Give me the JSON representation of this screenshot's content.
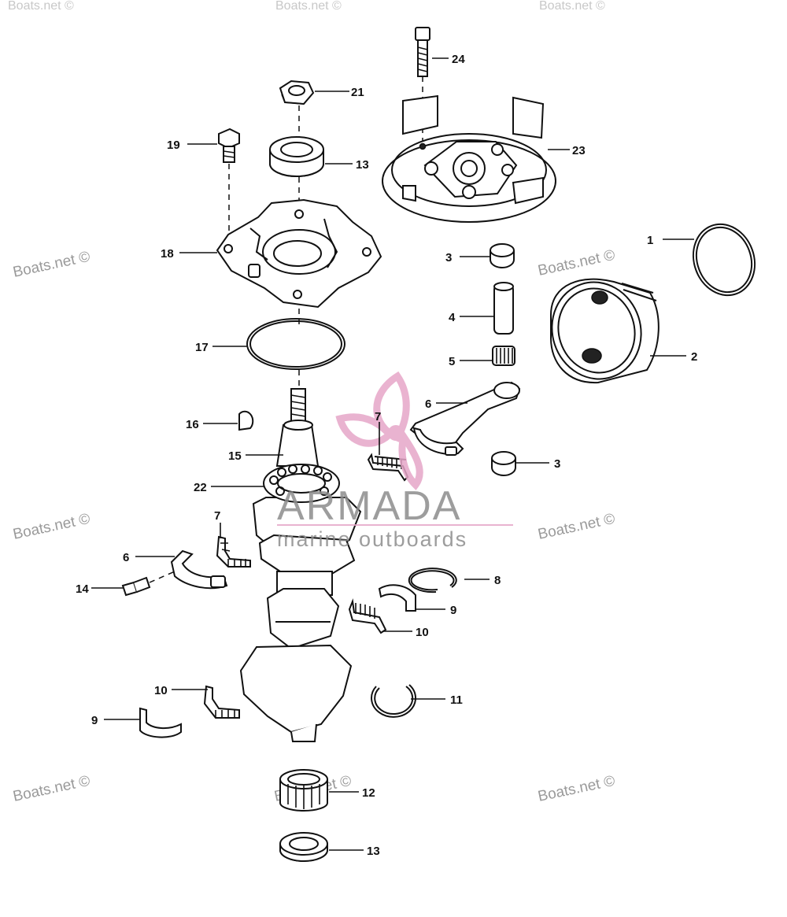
{
  "watermarks": {
    "site": "Boats.net ©",
    "brand": "ARMADA",
    "tagline": "marine outboards"
  },
  "callouts": {
    "p1": "1",
    "p2": "2",
    "p3a": "3",
    "p3b": "3",
    "p4": "4",
    "p5": "5",
    "p6a": "6",
    "p6b": "6",
    "p7a": "7",
    "p7b": "7",
    "p8": "8",
    "p9a": "9",
    "p9b": "9",
    "p10a": "10",
    "p10b": "10",
    "p11": "11",
    "p12": "12",
    "p13a": "13",
    "p13b": "13",
    "p14": "14",
    "p15": "15",
    "p16": "16",
    "p17": "17",
    "p18": "18",
    "p19": "19",
    "p21": "21",
    "p22": "22",
    "p23": "23",
    "p24": "24"
  },
  "colors": {
    "line": "#111111",
    "logo_pink": "#e6a6c8",
    "watermark_gray": "#8c8c8c"
  }
}
